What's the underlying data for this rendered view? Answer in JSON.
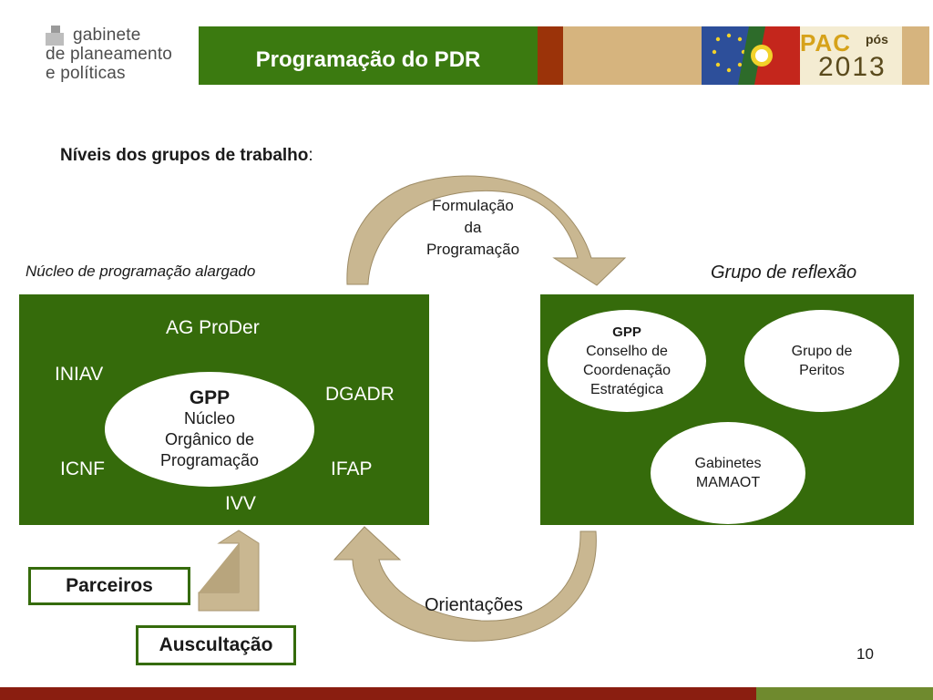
{
  "header": {
    "logo_lines": [
      "gabinete",
      "de planeamento",
      "e políticas"
    ],
    "title": "Programação do PDR",
    "badge": {
      "word": "PAC",
      "small": "pós",
      "year": "2013"
    }
  },
  "heading": {
    "bold": "Níveis dos grupos de trabalho",
    "suffix": ":"
  },
  "flow": {
    "top_label_lines": [
      "Formulação",
      "da",
      "Programação"
    ],
    "bottom_label": "Orientações"
  },
  "left_group": {
    "title": "Núcleo de programação alargado",
    "members": {
      "ag_proder": "AG ProDer",
      "iniav": "INIAV",
      "dgadr": "DGADR",
      "icnf": "ICNF",
      "ifap": "IFAP",
      "ivv": "IVV"
    },
    "core": {
      "title": "GPP",
      "lines": [
        "Núcleo",
        "Orgânico de",
        "Programação"
      ]
    }
  },
  "right_group": {
    "title": "Grupo de reflexão",
    "consulting": {
      "title": "GPP",
      "lines": [
        "Conselho de",
        "Coordenação",
        "Estratégica"
      ]
    },
    "peritos_lines": [
      "Grupo de",
      "Peritos"
    ],
    "gabinetes_lines": [
      "Gabinetes",
      "MAMAOT"
    ]
  },
  "partners": {
    "parceiros": "Parceiros",
    "auscultacao": "Auscultação"
  },
  "page_number": "10",
  "colors": {
    "green_dark": "#356b0b",
    "title_green": "#3b7a10",
    "arrow_tan": "#c9b791",
    "footer_red": "#8a1e10",
    "footer_green": "#6f8a2e"
  }
}
